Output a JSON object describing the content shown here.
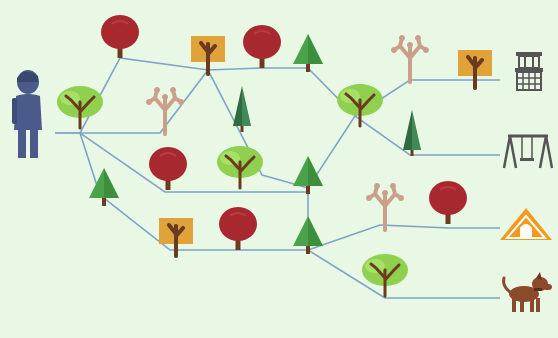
{
  "scene": {
    "colors": {
      "background": "#e8f8e4",
      "path": "#7fa3c6",
      "leaf_green": "#8fd14f",
      "leaf_green_dark": "#5fae2e",
      "trunk": "#6b3b1f",
      "red_canopy": "#a8282f",
      "conifer": "#4aa24a",
      "conifer_dark": "#2f6b3f",
      "orange_block": "#e0a33a",
      "bare_tree": "#caa08a",
      "person": "#4a5a8a",
      "tent": "#f39a1e",
      "dog": "#8b4a2b",
      "gray_icon": "#555555"
    },
    "hero": {
      "icon": "person-icon"
    },
    "destinations": [
      "tower-icon",
      "swing-set-icon",
      "tent-icon",
      "dog-icon"
    ],
    "trees": [
      "red-round-tree",
      "orange-square-tree",
      "red-round-tree",
      "green-conifer",
      "bare-branch-tree",
      "orange-square-tree",
      "green-leafy-tree",
      "bare-branch-tree",
      "dark-conifer",
      "green-leafy-tree",
      "dark-conifer",
      "red-round-tree",
      "green-leafy-tree",
      "green-conifer",
      "green-conifer",
      "bare-branch-tree",
      "red-round-tree",
      "orange-square-tree",
      "red-round-tree",
      "green-conifer",
      "green-leafy-tree"
    ]
  }
}
